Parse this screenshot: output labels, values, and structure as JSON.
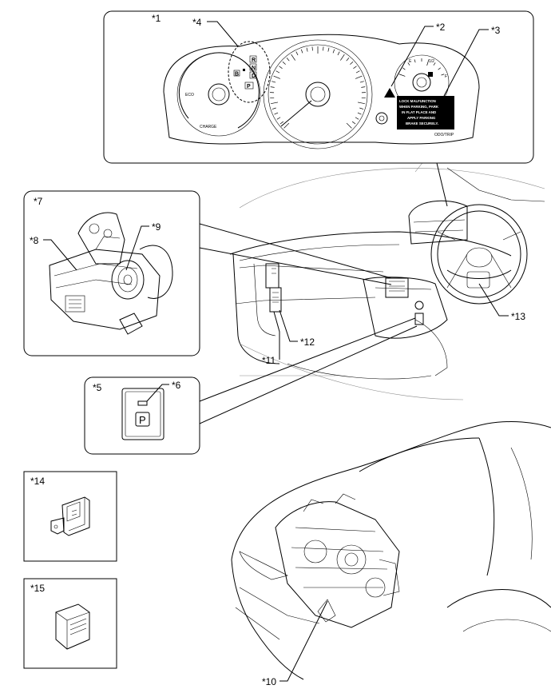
{
  "callouts": {
    "c1": "*1",
    "c2": "*2",
    "c3": "*3",
    "c4": "*4",
    "c5": "*5",
    "c6": "*6",
    "c7": "*7",
    "c8": "*8",
    "c9": "*9",
    "c10": "*10",
    "c11": "*11",
    "c12": "*12",
    "c13": "*13",
    "c14": "*14",
    "c15": "*15"
  },
  "meter": {
    "shift_positions": [
      "R",
      "N",
      "D"
    ],
    "b_mode": "B",
    "p_indicator": "P",
    "fuel_labels": [
      "E",
      "1/2",
      "F"
    ],
    "warning_text": [
      "LOCK MALFUNCTION",
      "WHEN PARKING, PARK",
      "IN FLAT PLACE AND",
      "APPLY PARKING",
      "BRAKE SECURELY."
    ],
    "left_gauge_low": "ECO",
    "left_gauge_high": "CHARGE",
    "odo_label": "ODO/TRIP"
  },
  "switch": {
    "label": "P"
  },
  "colors": {
    "line": "#000000",
    "faint": "#888888",
    "panel": "#ffffff",
    "warning_bg": "#000000"
  }
}
